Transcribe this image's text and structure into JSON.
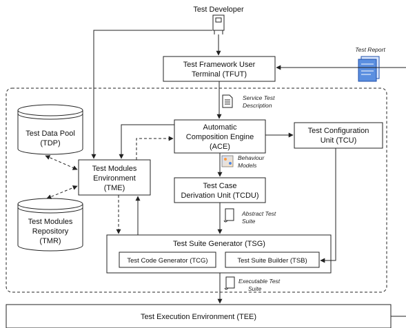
{
  "actor": {
    "label": "Test Developer"
  },
  "report": {
    "label": "Test Report"
  },
  "tfut": {
    "line1": "Test Framework User",
    "line2": "Terminal (TFUT)"
  },
  "service_desc": {
    "line1": "Service Test",
    "line2": "Description"
  },
  "ace": {
    "line1": "Automatic",
    "line2": "Composition Engine",
    "line3": "(ACE)"
  },
  "tcu": {
    "line1": "Test Configuration",
    "line2": "Unit (TCU)"
  },
  "tdp": {
    "line1": "Test Data Pool",
    "line2": "(TDP)"
  },
  "tme": {
    "line1": "Test Modules",
    "line2": "Environment",
    "line3": "(TME)"
  },
  "behaviour": {
    "line1": "Behaviour",
    "line2": "Models"
  },
  "tcdu": {
    "line1": "Test Case",
    "line2": "Derivation Unit (TCDU)"
  },
  "tmr": {
    "line1": "Test Modules",
    "line2": "Repository",
    "line3": "(TMR)"
  },
  "abstract_suite": {
    "line1": "Abstract Test",
    "line2": "Suite"
  },
  "tsg": {
    "title": "Test Suite Generator (TSG)"
  },
  "tcg": {
    "label": "Test Code Generator (TCG)"
  },
  "tsb": {
    "label": "Test Suite Builder (TSB)"
  },
  "exec_suite": {
    "line1": "Executable Test",
    "line2": "Suite"
  },
  "tee": {
    "label": "Test Execution Environment (TEE)"
  }
}
